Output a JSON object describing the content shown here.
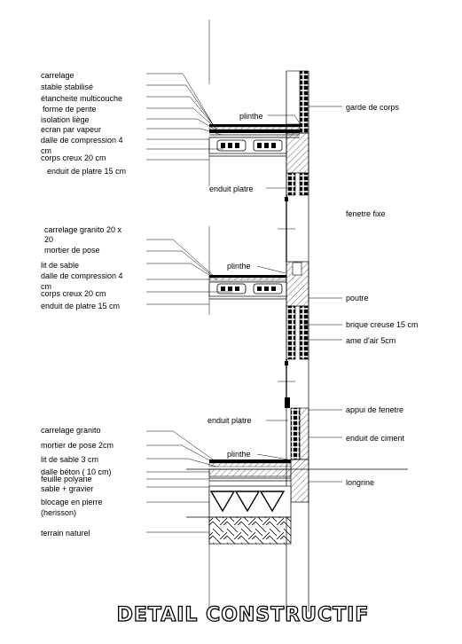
{
  "title": "DETAIL CONSTRUCTIF",
  "labels": {
    "carrelage": "carrelage",
    "stable_stabilise": "stable stabilisé",
    "etancheite": "étancheite multicouche",
    "forme_pente": "forme de pente",
    "isolation_liege": "isolation liège",
    "ecran_vapeur": "ecran par vapeur",
    "dalle_comp_top": "dalle de compression 4",
    "dalle_comp_top_unit": "cm",
    "corps_creux_top": "corps creux 20 cm",
    "enduit_platre_15_top": "enduit de platre 15 cm",
    "plinthe_top": "plinthe",
    "garde_corps": "garde de corps",
    "enduit_platre_top": "enduit platre",
    "fenetre_fixe": "fenetre fixe",
    "carrelage_granito_mid": "carrelage granito 20 x",
    "carrelage_granito_mid_2": "20",
    "mortier_pose_mid": "mortier de pose",
    "lit_sable_mid": "lit de sable",
    "dalle_comp_mid": "dalle de compression 4",
    "dalle_comp_mid_unit": "cm",
    "corps_creux_mid": "corps creux 20 cm",
    "enduit_platre_15_mid": "enduit de platre 15 cm",
    "plinthe_mid": "plinthe",
    "poutre": "poutre",
    "brique_creuse": "brique creuse   15 cm",
    "ame_air": "ame d'air  5cm",
    "appui_fenetre": "appui de fenetre",
    "enduit_platre_bot": "enduit platre",
    "enduit_ciment": "enduit de ciment",
    "carrelage_granito_bot": "carrelage granito",
    "mortier_pose_bot": "mortier de pose  2cm",
    "lit_sable_bot": "lit de sable   3 cm",
    "plinthe_bot": "plinthe",
    "dalle_beton": "dalle béton ( 10 cm)",
    "feuille_polyane": "feuille polyane",
    "sable_gravier": "sable + gravier",
    "blocage_pierre": "blocage en pierre",
    "herisson": "(herisson)",
    "longrine": "longrine",
    "terrain_naturel": "terrain naturel"
  }
}
